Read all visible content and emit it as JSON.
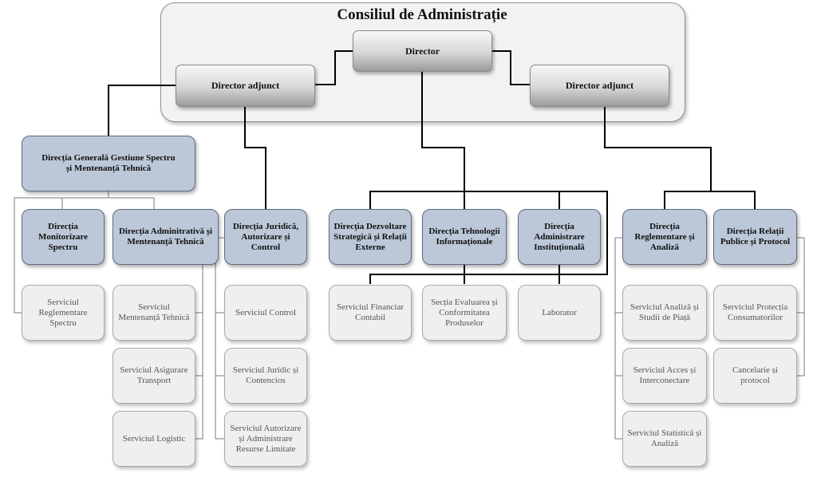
{
  "board": {
    "title": "Consiliul de Administrație"
  },
  "director": "Director",
  "deputy_left": "Director adjunct",
  "deputy_right": "Director adjunct",
  "general_directorate": "Direcția Generală Gestiune Spectru și Mentenanță Tehnică",
  "directorates": {
    "monitorizare": "Direcția Monitorizare Spectru",
    "administrativa": "Direcția Adminitrativă și Mentenanță Tehnică",
    "juridica": "Direcția Juridică, Autorizare și Control",
    "dezvoltare": "Direcția Dezvoltare Strategică și Relații Externe",
    "tehnologii": "Direcția Tehnologii Informaționale",
    "administrare": "Direcția Administrare Instituțională",
    "reglementare": "Direcția Reglementare și Analiză",
    "relatii": "Direcția Relații Publice și Protocol"
  },
  "services": {
    "reglementare_spectru": "Serviciul Reglementare Spectru",
    "mentenanta_tehnica": "Serviciul Mentenanță Tehnică",
    "asigurare_transport": "Serviciul Asigurare Transport",
    "logistic": "Serviciul Logistic",
    "control": "Serviciul Control",
    "juridic": "Serviciul Juridic și Contencios",
    "autorizare": "Serviciul Autorizare și Administrare Resurse Limitate",
    "financiar": "Serviciul Financiar Contabil",
    "evaluarea": "Secția Evaluarea și Conformitatea Produselor",
    "laborator": "Laborator",
    "analiza": "Serviciul Analiză și Studii de Piață",
    "acces": "Serviciul Acces și Interconectare",
    "statistica": "Serviciul Statistică și Analiză",
    "protectia": "Serviciul Protecția Consumatorilor",
    "cancelarie": "Cancelarie și protocol"
  }
}
